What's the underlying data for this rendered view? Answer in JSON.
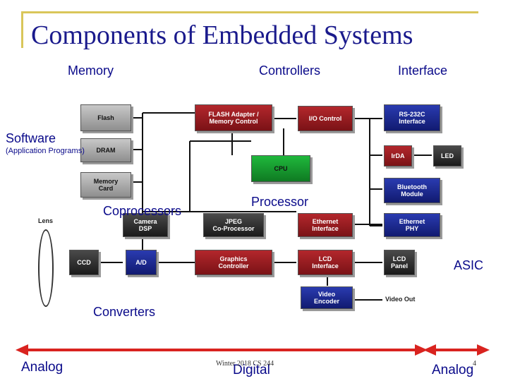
{
  "title": "Components of Embedded Systems",
  "labels": {
    "memory": "Memory",
    "controllers": "Controllers",
    "interface": "Interface",
    "software": "Software",
    "software_sub": "(Application Programs)",
    "coprocessors": "Coprocessors",
    "processor": "Processor",
    "asic": "ASIC",
    "converters": "Converters"
  },
  "blocks": {
    "flash": "Flash",
    "dram": "DRAM",
    "memory_card": "Memory\nCard",
    "flash_adapter": "FLASH Adapter /\nMemory Control",
    "io_control": "I/O Control",
    "rs232c": "RS-232C\nInterface",
    "irda": "IrDA",
    "led": "LED",
    "cpu": "CPU",
    "bluetooth": "Bluetooth\nModule",
    "lens": "Lens",
    "camera_dsp": "Camera\nDSP",
    "jpeg": "JPEG\nCo-Processor",
    "ethernet_interface": "Ethernet\nInterface",
    "ethernet_phy": "Ethernet\nPHY",
    "ccd": "CCD",
    "ad": "A/D",
    "graphics": "Graphics\nController",
    "lcd_interface": "LCD\nInterface",
    "lcd_panel": "LCD\nPanel",
    "video_encoder": "Video\nEncoder",
    "video_out": "Video Out"
  },
  "bottom": {
    "analog_left": "Analog",
    "digital": "Digital",
    "analog_right": "Analog"
  },
  "footer": {
    "course": "Winter 2018 CS 244",
    "page": "4"
  },
  "colors": {
    "title": "#1a1a8c",
    "label": "#0a0a8a",
    "arrow": "#d9231f",
    "frame": "#d9c65a"
  }
}
